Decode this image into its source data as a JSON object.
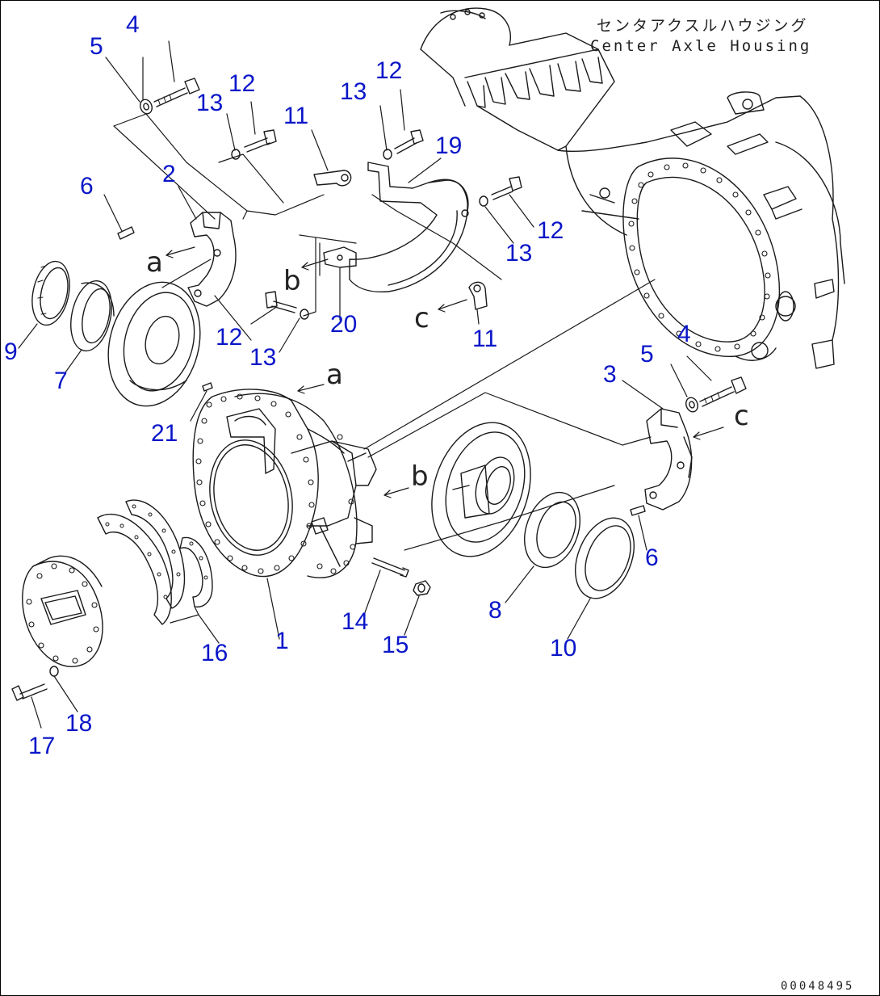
{
  "title": {
    "japanese": "センタアクスルハウジング",
    "english": "Center Axle Housing"
  },
  "drawing_code": "00048495",
  "callouts": [
    "1",
    "2",
    "3",
    "4",
    "4",
    "5",
    "5",
    "6",
    "6",
    "7",
    "8",
    "9",
    "10",
    "11",
    "11",
    "12",
    "12",
    "12",
    "12",
    "13",
    "13",
    "13",
    "13",
    "14",
    "15",
    "16",
    "17",
    "18",
    "19",
    "20",
    "21"
  ],
  "reference_letters": [
    "a",
    "a",
    "b",
    "b",
    "c",
    "c"
  ],
  "colors": {
    "callout": "#0a16c8",
    "linework": "#1a1a1a",
    "background": "#ffffff"
  }
}
